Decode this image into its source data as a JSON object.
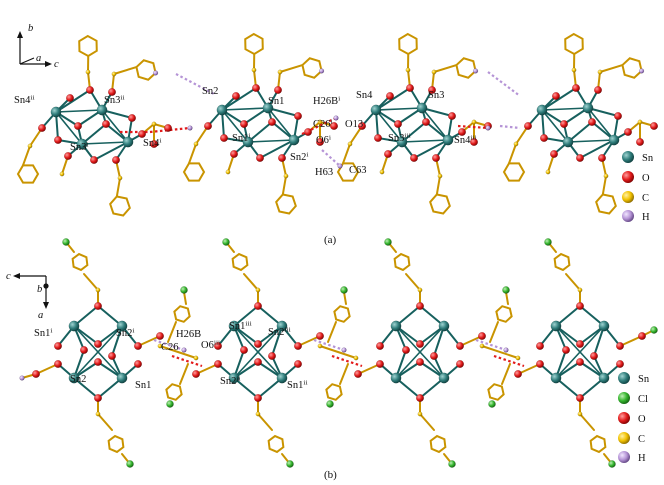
{
  "colors": {
    "sn": "#2f7d7b",
    "o": "#e21b1b",
    "c": "#f2c200",
    "cl": "#35b52e",
    "h": "#b594d6",
    "bond_c": "#c99400",
    "bond_sn": "#17605e",
    "hbond_o": "#e21b1b",
    "hbond_h": "#b594d6"
  },
  "panel_a": {
    "caption": "(a)",
    "axes": {
      "b": "b",
      "a": "a",
      "c": "c"
    },
    "labels": {
      "sn4_ii": "Sn4ⁱⁱ",
      "sn3_ii": "Sn3ⁱⁱ",
      "sn3_i": "Sn3ⁱ",
      "sn4_i": "Sn4ⁱ",
      "sn2": "Sn2",
      "sn1": "Sn1",
      "sn1_i": "Sn1ⁱ",
      "sn2_i": "Sn2ⁱ",
      "h26b_i": "H26Bⁱ",
      "c26_i": "C26ⁱ",
      "o6_i": "O6ⁱ",
      "o13": "O13",
      "h63": "H63",
      "c63": "C63",
      "sn4": "Sn4",
      "sn3": "Sn3",
      "sn3_iii": "Sn3ⁱⁱⁱ",
      "sn4_iii": "Sn4ⁱⁱⁱ"
    },
    "legend": [
      {
        "key": "sn",
        "label": "Sn"
      },
      {
        "key": "o",
        "label": "O"
      },
      {
        "key": "c",
        "label": "C"
      },
      {
        "key": "h",
        "label": "H"
      }
    ]
  },
  "panel_b": {
    "caption": "(b)",
    "axes": {
      "c": "c",
      "b": "b",
      "a": "a"
    },
    "labels": {
      "sn1_i": "Sn1ⁱ",
      "sn2_i": "Sn2ⁱ",
      "sn2": "Sn2",
      "sn1": "Sn1",
      "c26": "C26",
      "h26b": "H26B",
      "o6_iii": "O6ⁱⁱⁱ",
      "sn1_iii": "Sn1ⁱⁱⁱ",
      "sn2_iii": "Sn2ⁱⁱⁱ",
      "sn2_ii": "Sn2ⁱⁱ",
      "sn1_ii": "Sn1ⁱⁱ"
    },
    "legend": [
      {
        "key": "sn",
        "label": "Sn"
      },
      {
        "key": "cl",
        "label": "Cl"
      },
      {
        "key": "o",
        "label": "O"
      },
      {
        "key": "c",
        "label": "C"
      },
      {
        "key": "h",
        "label": "H"
      }
    ]
  }
}
